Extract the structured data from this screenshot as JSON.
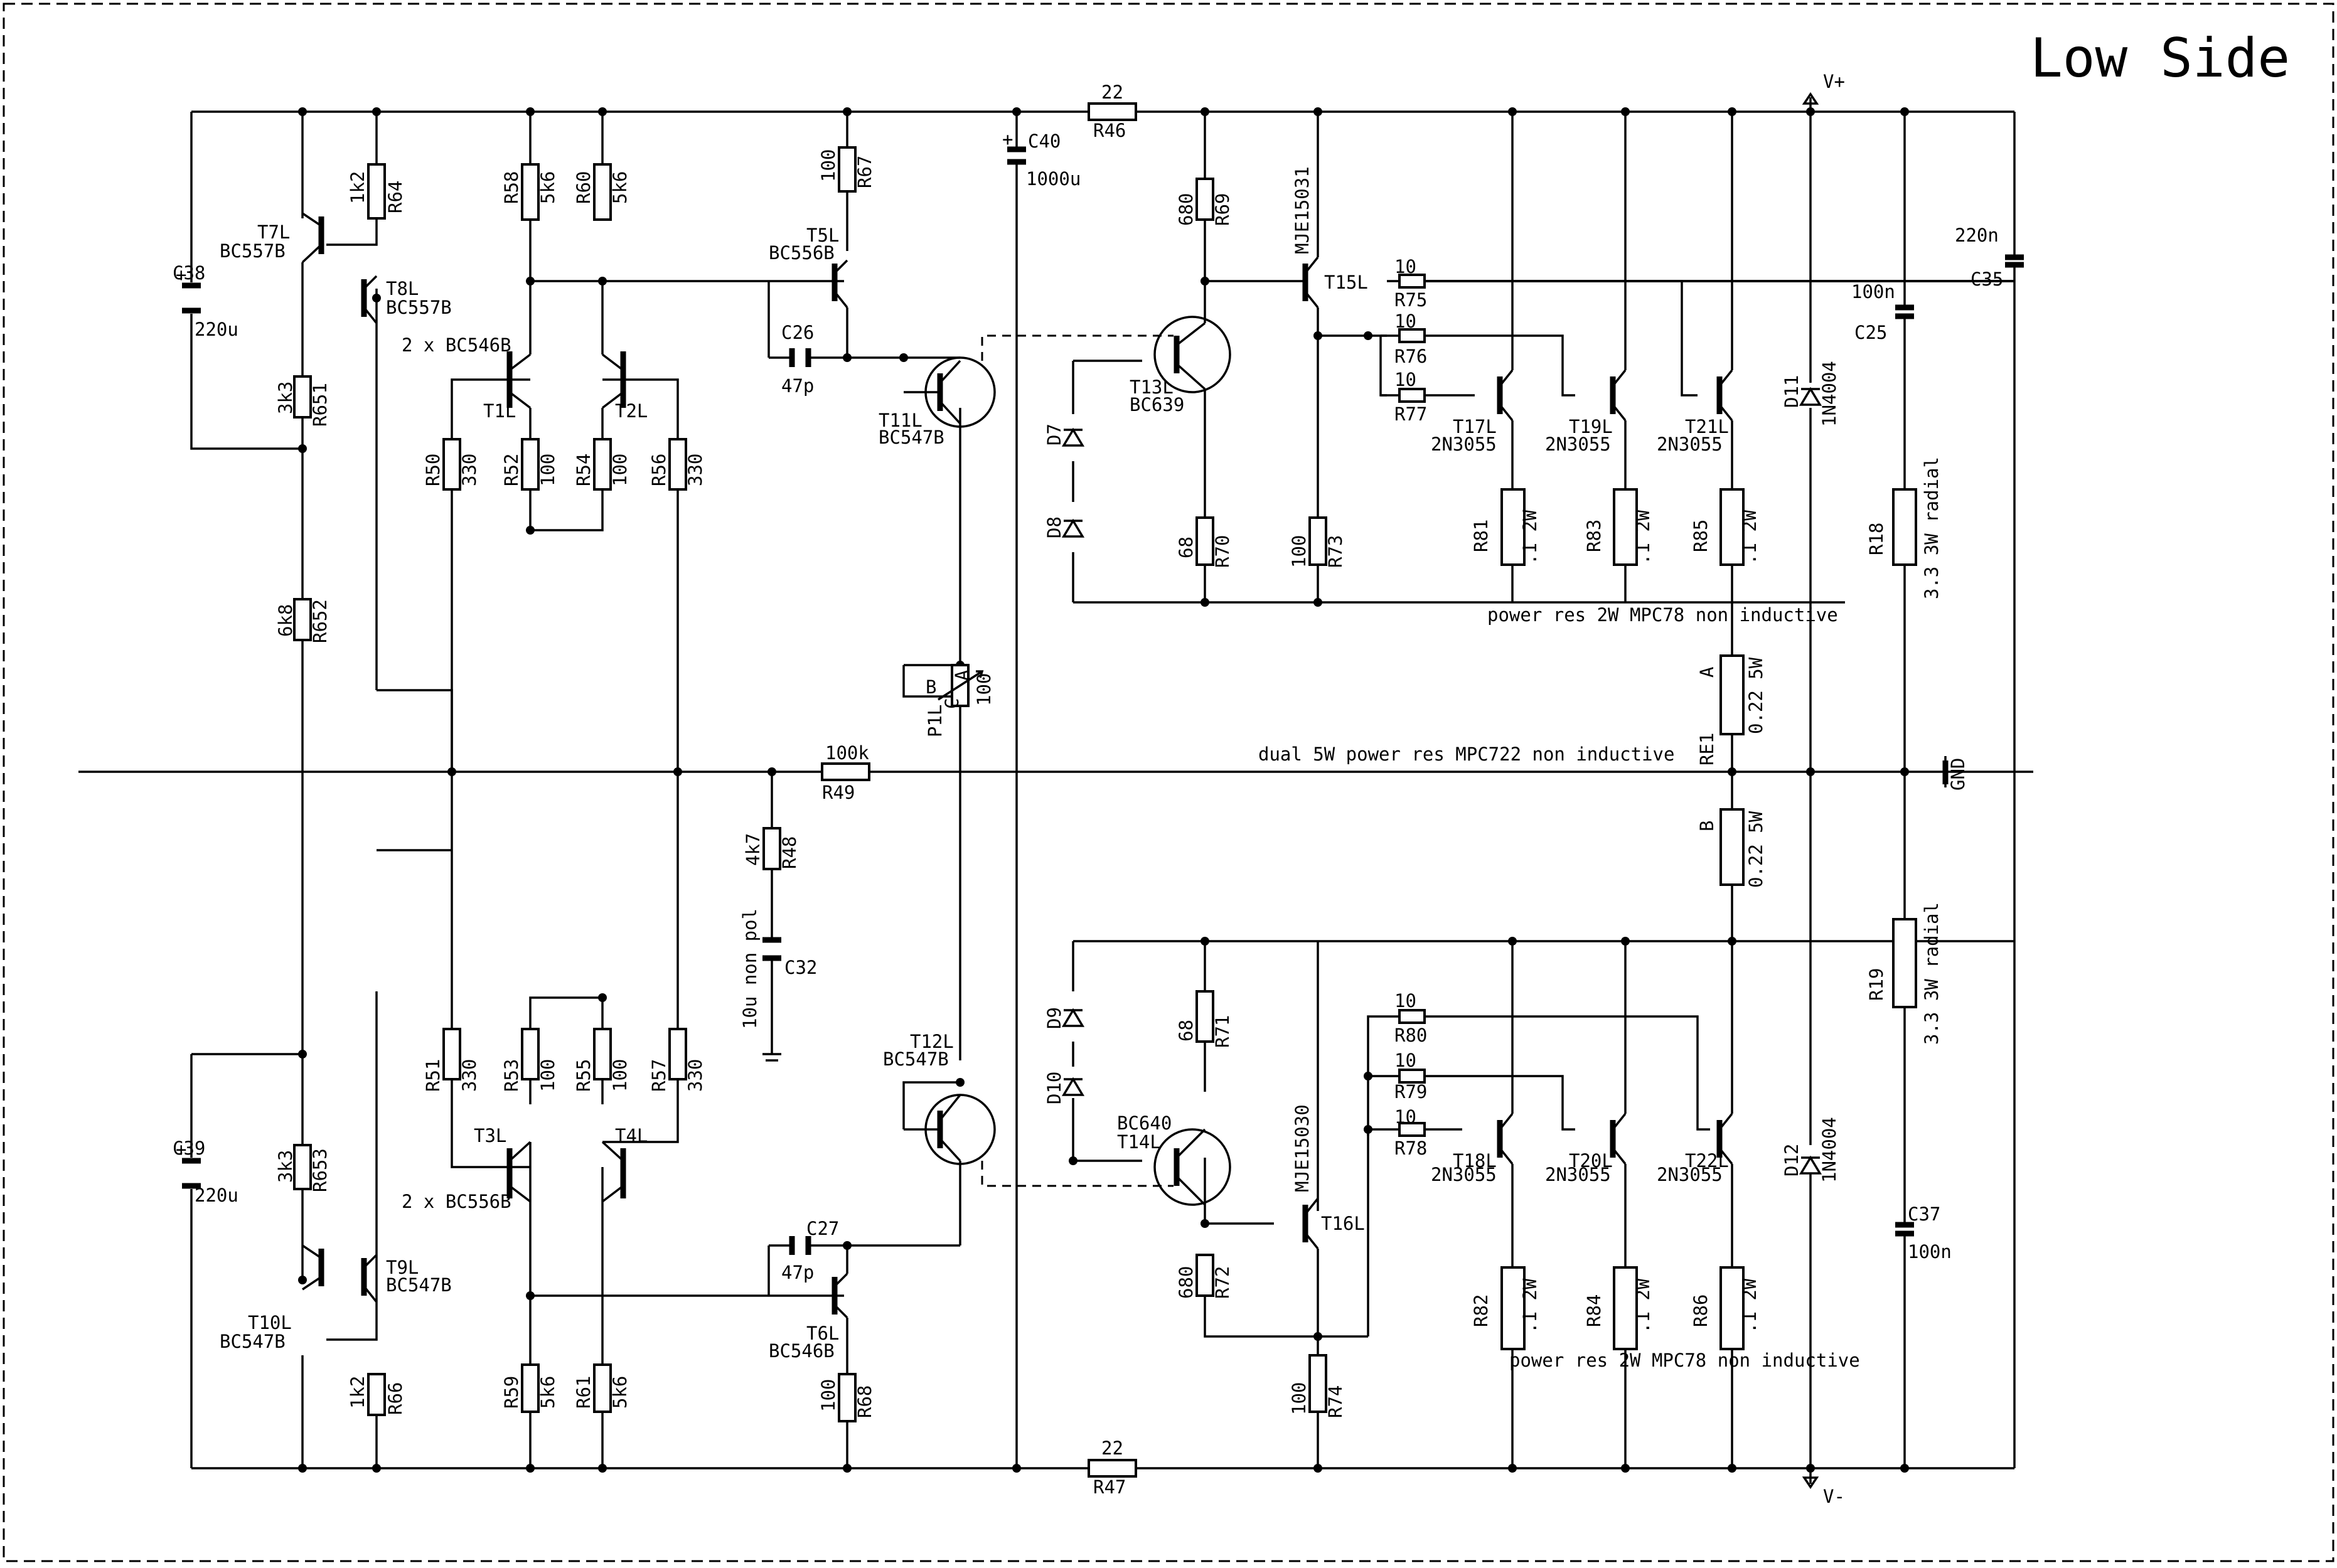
{
  "title": "Low Side",
  "rails": {
    "vplus": "V+",
    "vminus": "V-",
    "gnd": "GND"
  },
  "notes": {
    "power_top": "power res 2W MPC78 non inductive",
    "power_bottom": "power res 2W MPC78 non inductive",
    "dual": "dual 5W power res MPC722 non inductive",
    "pair_top": "2 x BC546B",
    "pair_bottom": "2 x BC556B"
  },
  "resistors": [
    {
      "ref": "R64",
      "val": "1k2"
    },
    {
      "ref": "R651",
      "val": "3k3"
    },
    {
      "ref": "R652",
      "val": "6k8"
    },
    {
      "ref": "R653",
      "val": "3k3"
    },
    {
      "ref": "R66",
      "val": "1k2"
    },
    {
      "ref": "R58",
      "val": "5k6"
    },
    {
      "ref": "R60",
      "val": "5k6"
    },
    {
      "ref": "R59",
      "val": "5k6"
    },
    {
      "ref": "R61",
      "val": "5k6"
    },
    {
      "ref": "R50",
      "val": "330"
    },
    {
      "ref": "R52",
      "val": "100"
    },
    {
      "ref": "R54",
      "val": "100"
    },
    {
      "ref": "R56",
      "val": "330"
    },
    {
      "ref": "R51",
      "val": "330"
    },
    {
      "ref": "R53",
      "val": "100"
    },
    {
      "ref": "R55",
      "val": "100"
    },
    {
      "ref": "R57",
      "val": "330"
    },
    {
      "ref": "R67",
      "val": "100"
    },
    {
      "ref": "R68",
      "val": "100"
    },
    {
      "ref": "R48",
      "val": "4k7"
    },
    {
      "ref": "R49",
      "val": "100k"
    },
    {
      "ref": "R46",
      "val": "22"
    },
    {
      "ref": "R47",
      "val": "22"
    },
    {
      "ref": "R69",
      "val": "680"
    },
    {
      "ref": "R70",
      "val": "68"
    },
    {
      "ref": "R71",
      "val": "68"
    },
    {
      "ref": "R72",
      "val": "680"
    },
    {
      "ref": "R73",
      "val": "100"
    },
    {
      "ref": "R74",
      "val": "100"
    },
    {
      "ref": "R75",
      "val": "10"
    },
    {
      "ref": "R76",
      "val": "10"
    },
    {
      "ref": "R77",
      "val": "10"
    },
    {
      "ref": "R78",
      "val": "10"
    },
    {
      "ref": "R79",
      "val": "10"
    },
    {
      "ref": "R80",
      "val": "10"
    },
    {
      "ref": "R81",
      "val": ".1 2W"
    },
    {
      "ref": "R83",
      "val": ".1 2W"
    },
    {
      "ref": "R85",
      "val": ".1 2W"
    },
    {
      "ref": "R82",
      "val": ".1 2W"
    },
    {
      "ref": "R84",
      "val": ".1 2W"
    },
    {
      "ref": "R86",
      "val": ".1 2W"
    },
    {
      "ref": "RE1",
      "pin_a": "A",
      "pin_b": "B",
      "val_a": "0.22 5W",
      "val_b": "0.22 5W"
    },
    {
      "ref": "R18",
      "val": "3.3 3W radial"
    },
    {
      "ref": "R19",
      "val": "3.3 3W radial"
    }
  ],
  "capacitors": [
    {
      "ref": "C38",
      "val": "220u"
    },
    {
      "ref": "C39",
      "val": "220u"
    },
    {
      "ref": "C40",
      "val": "1000u"
    },
    {
      "ref": "C26",
      "val": "47p"
    },
    {
      "ref": "C27",
      "val": "47p"
    },
    {
      "ref": "C32",
      "val": "10u non pol"
    },
    {
      "ref": "C25",
      "val": "100n"
    },
    {
      "ref": "C35",
      "val": "220n"
    },
    {
      "ref": "C37",
      "val": "100n"
    }
  ],
  "transistors": [
    {
      "ref": "T7L",
      "type": "BC557B"
    },
    {
      "ref": "T8L",
      "type": "BC557B"
    },
    {
      "ref": "T9L",
      "type": "BC547B"
    },
    {
      "ref": "T10L",
      "type": "BC547B"
    },
    {
      "ref": "T1L",
      "type": ""
    },
    {
      "ref": "T2L",
      "type": ""
    },
    {
      "ref": "T3L",
      "type": ""
    },
    {
      "ref": "T4L",
      "type": ""
    },
    {
      "ref": "T5L",
      "type": "BC556B"
    },
    {
      "ref": "T6L",
      "type": "BC546B"
    },
    {
      "ref": "T11L",
      "type": "BC547B"
    },
    {
      "ref": "T12L",
      "type": "BC547B"
    },
    {
      "ref": "T13L",
      "type": "BC639"
    },
    {
      "ref": "T14L",
      "type": "BC640"
    },
    {
      "ref": "T15L",
      "type": "MJE15031"
    },
    {
      "ref": "T16L",
      "type": "MJE15030"
    },
    {
      "ref": "T17L",
      "type": "2N3055"
    },
    {
      "ref": "T19L",
      "type": "2N3055"
    },
    {
      "ref": "T21L",
      "type": "2N3055"
    },
    {
      "ref": "T18L",
      "type": "2N3055"
    },
    {
      "ref": "T20L",
      "type": "2N3055"
    },
    {
      "ref": "T22L",
      "type": "2N3055"
    }
  ],
  "diodes": [
    {
      "ref": "D7"
    },
    {
      "ref": "D8"
    },
    {
      "ref": "D9"
    },
    {
      "ref": "D10"
    },
    {
      "ref": "D11",
      "type": "1N4004"
    },
    {
      "ref": "D12",
      "type": "1N4004"
    }
  ],
  "pot": {
    "ref": "P1L",
    "val": "100",
    "pins": [
      "A",
      "B",
      "C"
    ]
  }
}
